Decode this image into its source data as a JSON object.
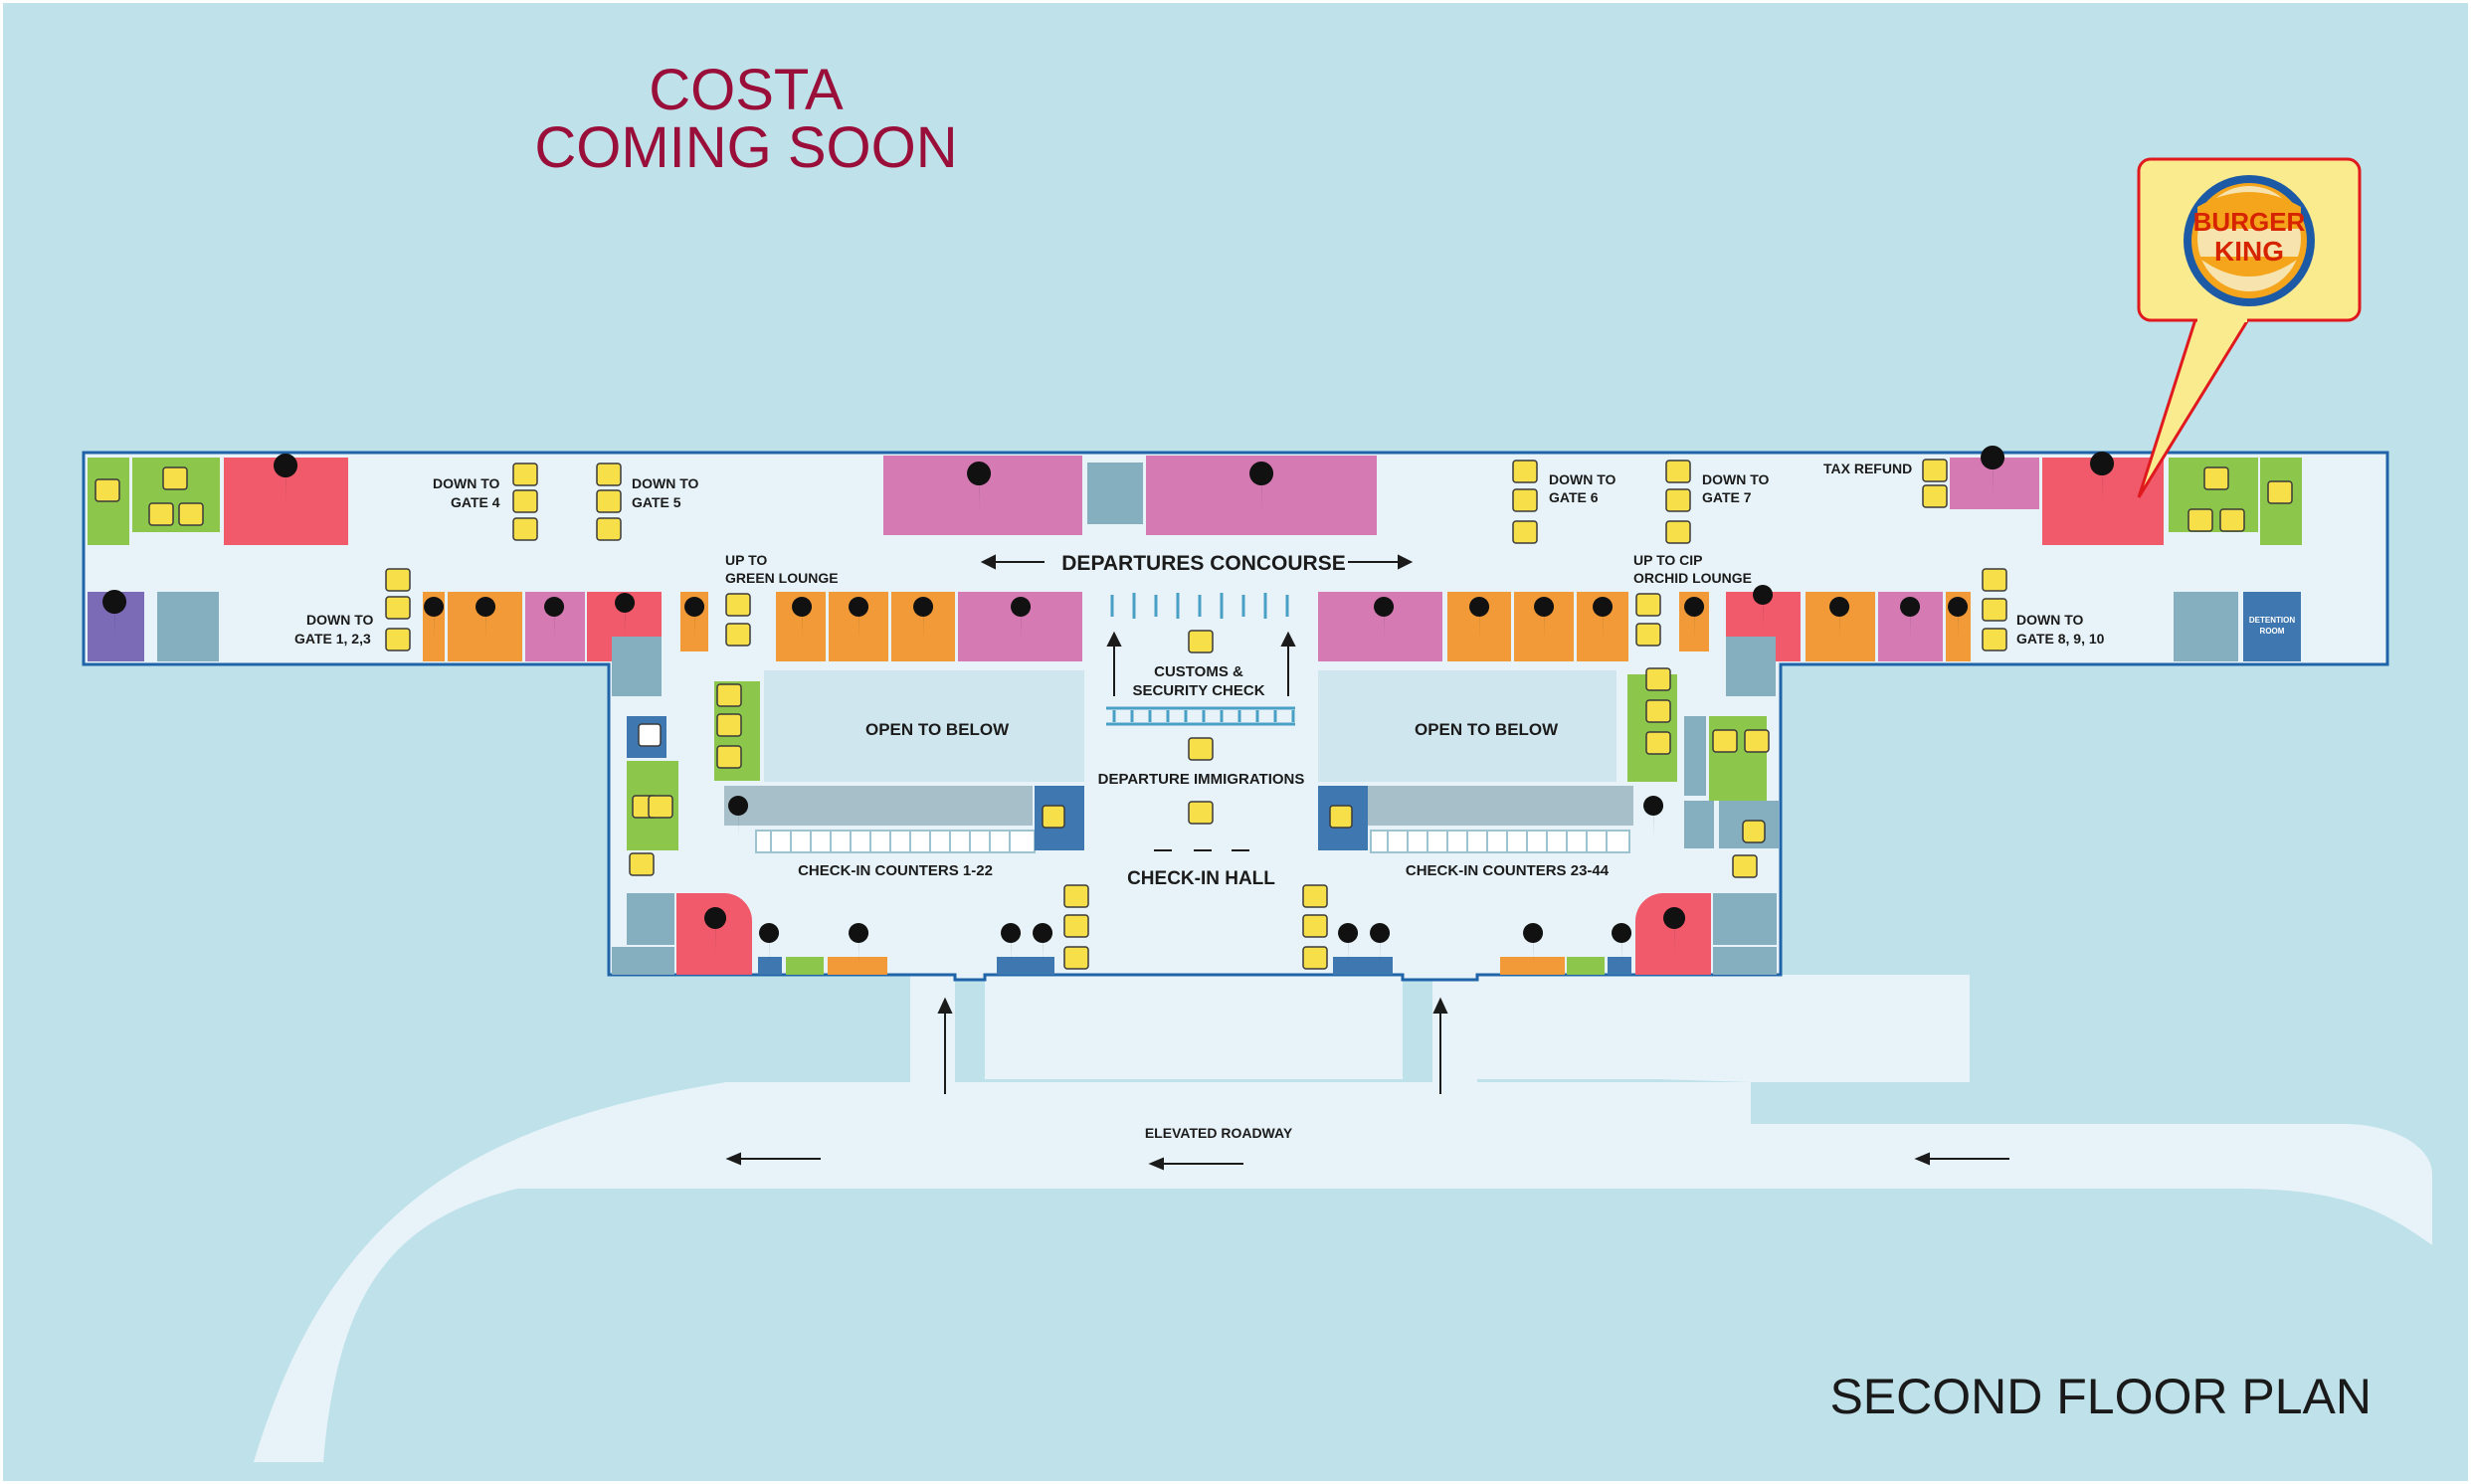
{
  "promo": {
    "line1": "COSTA",
    "line2": "COMING SOON"
  },
  "floor_title": "SECOND FLOOR PLAN",
  "callout": {
    "brand_top": "BURGER",
    "brand_bottom": "KING"
  },
  "labels": {
    "departures_concourse": "DEPARTURES CONCOURSE",
    "customs_1": "CUSTOMS &",
    "customs_2": "SECURITY CHECK",
    "departure_immigrations": "DEPARTURE IMMIGRATIONS",
    "check_in_hall": "CHECK-IN HALL",
    "check_in_left": "CHECK-IN COUNTERS 1-22",
    "check_in_right": "CHECK-IN COUNTERS 23-44",
    "open_below_left": "OPEN TO BELOW",
    "open_below_right": "OPEN TO BELOW",
    "elevated_roadway": "ELEVATED ROADWAY",
    "tax_refund": "TAX REFUND",
    "detention_1": "DETENTION",
    "detention_2": "ROOM",
    "gate4_1": "DOWN TO",
    "gate4_2": "GATE 4",
    "gate5_1": "DOWN TO",
    "gate5_2": "GATE 5",
    "gate6_1": "DOWN TO",
    "gate6_2": "GATE 6",
    "gate7_1": "DOWN TO",
    "gate7_2": "GATE 7",
    "gate123_1": "DOWN TO",
    "gate123_2": "GATE 1, 2,3",
    "gate8_1": "DOWN TO",
    "gate8_2": "GATE  8, 9, 10",
    "green_1": "UP TO",
    "green_2": "GREEN LOUNGE",
    "cip_1": "UP TO CIP",
    "cip_2": "ORCHID LOUNGE"
  },
  "colors": {
    "background": "#bfe1ea",
    "building": "#e7f3f8",
    "outline": "#1f63a8",
    "food": "#f05a6b",
    "shop": "#f19a37",
    "duty_free": "#d57ab3",
    "facilities": "#8cc74c",
    "service": "#85aebf",
    "info_blue": "#3f78b0",
    "icon_yellow": "#f7df4a",
    "promo_text": "#9a0f3a"
  },
  "icons": [
    "toilet-icon",
    "wheelchair-icon",
    "escalator-icon",
    "elevator-icon",
    "restaurant-pin-icon",
    "shop-pin-icon",
    "info-pin-icon",
    "exchange-icon",
    "smoking-icon",
    "baby-care-icon",
    "prayer-room-icon"
  ]
}
